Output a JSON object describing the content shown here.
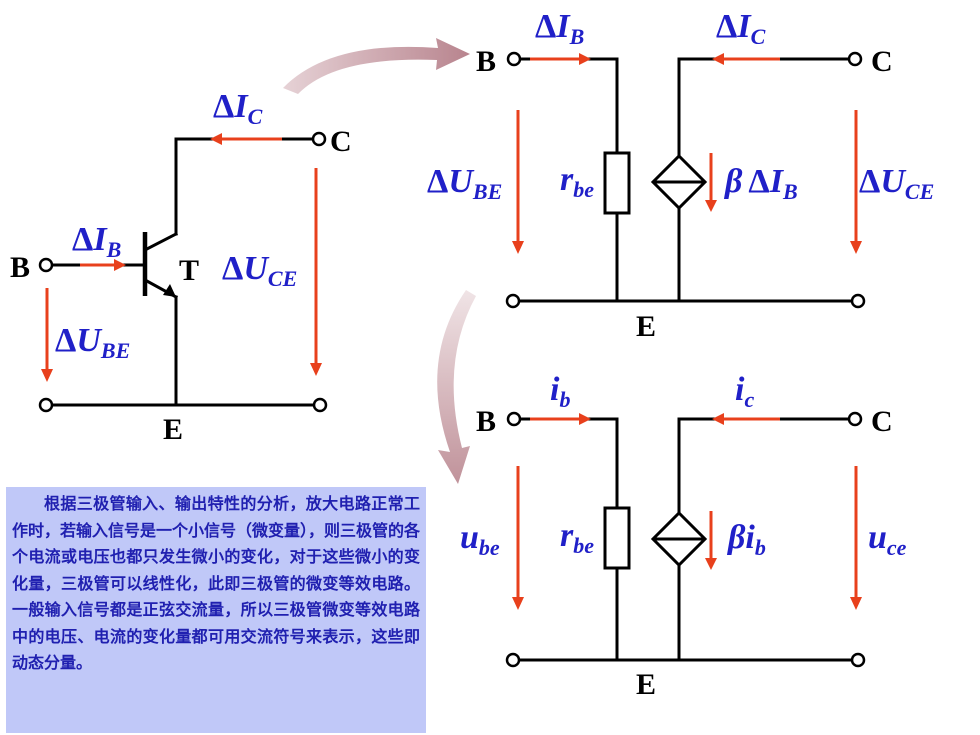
{
  "colors": {
    "wire": "#000000",
    "arrow": "#e8401c",
    "label": "#2020c8",
    "textbox_bg": "#c0c8f8",
    "textbox_text": "#2020b0",
    "curved_arrow": "#c89ca4"
  },
  "icons": [
    "transistor-icon",
    "resistor-icon",
    "dependent-current-source-icon",
    "curved-arrow-icon"
  ],
  "transistor_circuit": {
    "terminal_b": "B",
    "terminal_c": "C",
    "terminal_e": "E",
    "device": "T",
    "base_current": {
      "sym": "Δ",
      "main": "I",
      "sub": "B"
    },
    "collector_current": {
      "sym": "Δ",
      "main": "I",
      "sub": "C"
    },
    "v_be": {
      "sym": "Δ",
      "main": "U",
      "sub": "BE"
    },
    "v_ce": {
      "sym": "Δ",
      "main": "U",
      "sub": "CE"
    }
  },
  "delta_model": {
    "terminal_b": "B",
    "terminal_c": "C",
    "terminal_e": "E",
    "base_current": {
      "sym": "Δ",
      "main": "I",
      "sub": "B"
    },
    "collector_current": {
      "sym": "Δ",
      "main": "I",
      "sub": "C"
    },
    "v_be": {
      "sym": "Δ",
      "main": "U",
      "sub": "BE"
    },
    "v_ce": {
      "sym": "Δ",
      "main": "U",
      "sub": "CE"
    },
    "resistor": {
      "main": "r",
      "sub": "be"
    },
    "source": {
      "beta": "β",
      "sym": "Δ",
      "main": "I",
      "sub": "B"
    }
  },
  "ac_model": {
    "terminal_b": "B",
    "terminal_c": "C",
    "terminal_e": "E",
    "base_current": {
      "main": "i",
      "sub": "b"
    },
    "collector_current": {
      "main": "i",
      "sub": "c"
    },
    "v_be": {
      "main": "u",
      "sub": "be"
    },
    "v_ce": {
      "main": "u",
      "sub": "ce"
    },
    "resistor": {
      "main": "r",
      "sub": "be"
    },
    "source": {
      "beta": "β",
      "main": "i",
      "sub": "b"
    }
  },
  "explanation": "根据三极管输入、输出特性的分析，放大电路正常工作时，若输入信号是一个小信号（微变量），则三极管的各个电流或电压也都只发生微小的变化，对于这些微小的变化量，三极管可以线性化，此即三极管的微变等效电路。一般输入信号都是正弦交流量，所以三极管微变等效电路中的电压、电流的变化量都可用交流符号来表示，这些即动态分量。"
}
